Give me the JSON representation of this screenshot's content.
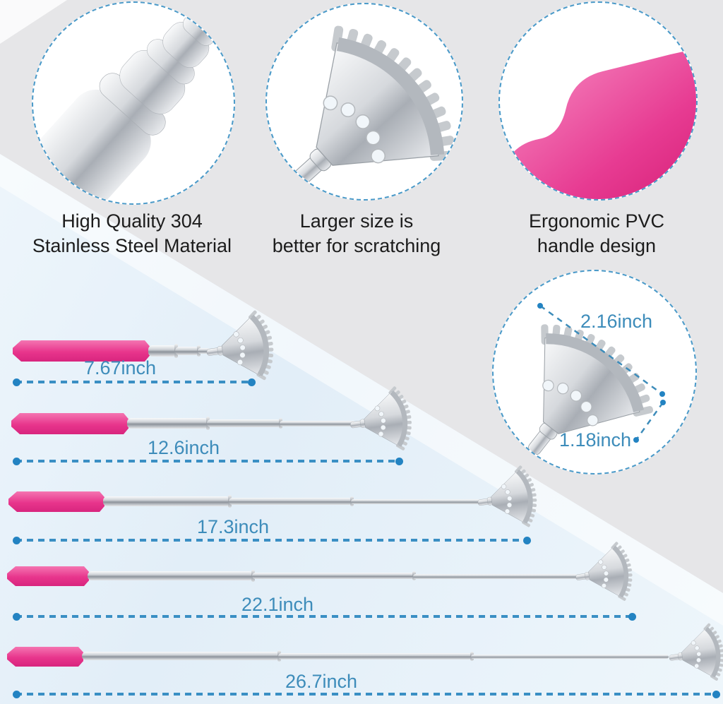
{
  "captions": {
    "steel": {
      "line1": "High Quality 304",
      "line2": "Stainless Steel Material"
    },
    "size": {
      "line1": "Larger size is",
      "line2": "better for scratching"
    },
    "handle": {
      "line1": "Ergonomic PVC",
      "line2": "handle design"
    }
  },
  "head_measure": {
    "width": "2.16inch",
    "height": "1.18inch"
  },
  "lengths": [
    "7.67inch",
    "12.6inch",
    "17.3inch",
    "22.1inch",
    "26.7inch"
  ],
  "colors": {
    "accent_blue": "#3d8cba",
    "dash_border_blue": "#4a9ac9",
    "dot_blue": "#2383c2",
    "handle_pink": "#e8358c",
    "steel_gray": "#c7cbd1",
    "background_gray": "#e6e6e8",
    "background_blue": "#e2eef8",
    "text_dark": "#1c1c1c"
  }
}
